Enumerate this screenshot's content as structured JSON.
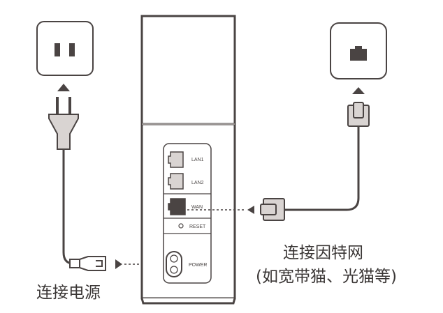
{
  "diagram": {
    "colors": {
      "stroke": "#4a4443",
      "fill_light": "#d9d4d2",
      "fill_dark": "#4a4443",
      "background": "#ffffff"
    },
    "router": {
      "ports": {
        "lan1": "LAN1",
        "lan2": "LAN2",
        "wan": "WAN",
        "reset": "RESET",
        "power": "POWER"
      }
    },
    "labels": {
      "connect_power": "连接电源",
      "connect_internet": "连接因特网",
      "internet_examples": "(如宽带猫、光猫等)"
    },
    "icons": {
      "power_outlet": "power-outlet-icon",
      "power_plug": "power-plug-icon",
      "ethernet_wall_port": "ethernet-port-icon",
      "ethernet_plug": "ethernet-plug-icon",
      "arrow": "arrow-up-icon"
    }
  }
}
